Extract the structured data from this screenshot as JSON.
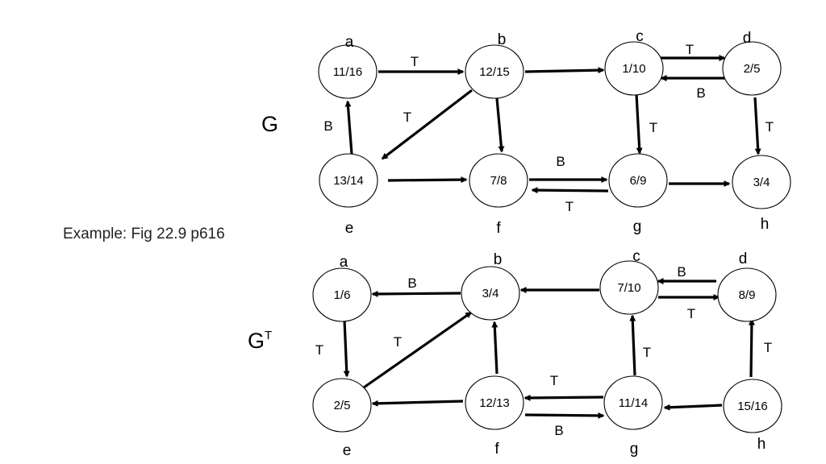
{
  "caption": "Example: Fig 22.9 p616",
  "graphs": [
    {
      "id": "g",
      "title": "G",
      "title_sup": "",
      "nodes": [
        {
          "id": "a",
          "name": "a",
          "times": "11/16"
        },
        {
          "id": "b",
          "name": "b",
          "times": "12/15"
        },
        {
          "id": "c",
          "name": "c",
          "times": "1/10"
        },
        {
          "id": "d",
          "name": "d",
          "times": "2/5"
        },
        {
          "id": "e",
          "name": "e",
          "times": "13/14"
        },
        {
          "id": "f",
          "name": "f",
          "times": "7/8"
        },
        {
          "id": "g",
          "name": "g",
          "times": "6/9"
        },
        {
          "id": "h",
          "name": "h",
          "times": "3/4"
        }
      ],
      "edges": [
        {
          "id": "a-b",
          "from": "a",
          "to": "b",
          "label": "T"
        },
        {
          "id": "b-c",
          "from": "b",
          "to": "c",
          "label": ""
        },
        {
          "id": "c-d",
          "from": "c",
          "to": "d",
          "label": "T"
        },
        {
          "id": "d-c",
          "from": "d",
          "to": "c",
          "label": "B"
        },
        {
          "id": "e-a",
          "from": "e",
          "to": "a",
          "label": "B"
        },
        {
          "id": "b-e",
          "from": "b",
          "to": "e",
          "label": "T"
        },
        {
          "id": "b-f",
          "from": "b",
          "to": "f",
          "label": ""
        },
        {
          "id": "c-g",
          "from": "c",
          "to": "g",
          "label": "T"
        },
        {
          "id": "d-h",
          "from": "d",
          "to": "h",
          "label": "T"
        },
        {
          "id": "e-f",
          "from": "e",
          "to": "f",
          "label": ""
        },
        {
          "id": "f-g",
          "from": "f",
          "to": "g",
          "label": "B"
        },
        {
          "id": "g-f",
          "from": "g",
          "to": "f",
          "label": "T"
        },
        {
          "id": "g-h",
          "from": "g",
          "to": "h",
          "label": ""
        }
      ]
    },
    {
      "id": "gt",
      "title": "G",
      "title_sup": "T",
      "nodes": [
        {
          "id": "a",
          "name": "a",
          "times": "1/6"
        },
        {
          "id": "b",
          "name": "b",
          "times": "3/4"
        },
        {
          "id": "c",
          "name": "c",
          "times": "7/10"
        },
        {
          "id": "d",
          "name": "d",
          "times": "8/9"
        },
        {
          "id": "e",
          "name": "e",
          "times": "2/5"
        },
        {
          "id": "f",
          "name": "f",
          "times": "12/13"
        },
        {
          "id": "g",
          "name": "g",
          "times": "11/14"
        },
        {
          "id": "h",
          "name": "h",
          "times": "15/16"
        }
      ],
      "edges": [
        {
          "id": "b-a",
          "from": "b",
          "to": "a",
          "label": "B"
        },
        {
          "id": "c-b",
          "from": "c",
          "to": "b",
          "label": ""
        },
        {
          "id": "d-c",
          "from": "d",
          "to": "c",
          "label": "B"
        },
        {
          "id": "c-d",
          "from": "c",
          "to": "d",
          "label": "T"
        },
        {
          "id": "a-e",
          "from": "a",
          "to": "e",
          "label": "T"
        },
        {
          "id": "e-b",
          "from": "e",
          "to": "b",
          "label": "T"
        },
        {
          "id": "f-b",
          "from": "f",
          "to": "b",
          "label": ""
        },
        {
          "id": "g-c",
          "from": "g",
          "to": "c",
          "label": "T"
        },
        {
          "id": "h-d",
          "from": "h",
          "to": "d",
          "label": "T"
        },
        {
          "id": "f-e",
          "from": "f",
          "to": "e",
          "label": ""
        },
        {
          "id": "g-f",
          "from": "g",
          "to": "f",
          "label": "T"
        },
        {
          "id": "f-g",
          "from": "f",
          "to": "g",
          "label": "B"
        },
        {
          "id": "h-g",
          "from": "h",
          "to": "g",
          "label": ""
        }
      ]
    }
  ]
}
